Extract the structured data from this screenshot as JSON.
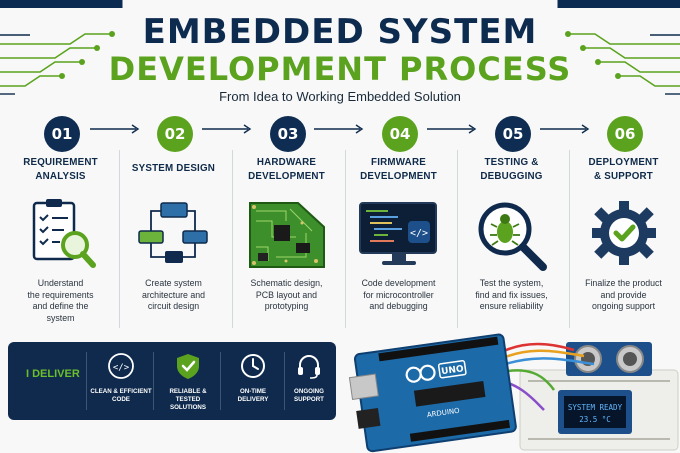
{
  "header": {
    "title_line1": "EMBEDDED SYSTEM",
    "title_line2": "DEVELOPMENT PROCESS",
    "subtitle": "From Idea to Working Embedded Solution"
  },
  "steps": [
    {
      "number": "01",
      "title_line1": "REQUIREMENT",
      "title_line2": "ANALYSIS",
      "icon": "checklist-magnifier-icon",
      "desc_line1": "Understand",
      "desc_line2": "the requirements",
      "desc_line3": "and define the",
      "desc_line4": "system"
    },
    {
      "number": "02",
      "title_line1": "SYSTEM DESIGN",
      "title_line2": "",
      "icon": "block-diagram-icon",
      "desc_line1": "Create system",
      "desc_line2": "architecture and",
      "desc_line3": "circuit design",
      "desc_line4": ""
    },
    {
      "number": "03",
      "title_line1": "HARDWARE",
      "title_line2": "DEVELOPMENT",
      "icon": "pcb-board-icon",
      "desc_line1": "Schematic design,",
      "desc_line2": "PCB layout and",
      "desc_line3": "prototyping",
      "desc_line4": ""
    },
    {
      "number": "04",
      "title_line1": "FIRMWARE",
      "title_line2": "DEVELOPMENT",
      "icon": "code-monitor-icon",
      "desc_line1": "Code development",
      "desc_line2": "for microcontroller",
      "desc_line3": "and debugging",
      "desc_line4": ""
    },
    {
      "number": "05",
      "title_line1": "TESTING &",
      "title_line2": "DEBUGGING",
      "icon": "bug-magnifier-icon",
      "desc_line1": "Test the system,",
      "desc_line2": "find and fix issues,",
      "desc_line3": "ensure reliability",
      "desc_line4": ""
    },
    {
      "number": "06",
      "title_line1": "DEPLOYMENT",
      "title_line2": "& SUPPORT",
      "icon": "gear-check-icon",
      "desc_line1": "Finalize the product",
      "desc_line2": "and provide",
      "desc_line3": "ongoing support",
      "desc_line4": ""
    }
  ],
  "deliver": {
    "label": "I DELIVER",
    "items": [
      {
        "line1": "CLEAN & EFFICIENT",
        "line2": "CODE",
        "icon": "code-circle-icon"
      },
      {
        "line1": "RELIABLE & TESTED",
        "line2": "SOLUTIONS",
        "icon": "shield-check-icon"
      },
      {
        "line1": "ON-TIME",
        "line2": "DELIVERY",
        "icon": "clock-icon"
      },
      {
        "line1": "ONGOING",
        "line2": "SUPPORT",
        "icon": "headset-icon"
      }
    ]
  },
  "hardware_photo": {
    "board_label": "UNO",
    "board_brand": "ARDUINO",
    "oled_line1": "SYSTEM READY",
    "oled_line2": "23.5 °C"
  },
  "colors": {
    "navy": "#0f2a4d",
    "green": "#5ba31e",
    "text": "#2b3440"
  }
}
